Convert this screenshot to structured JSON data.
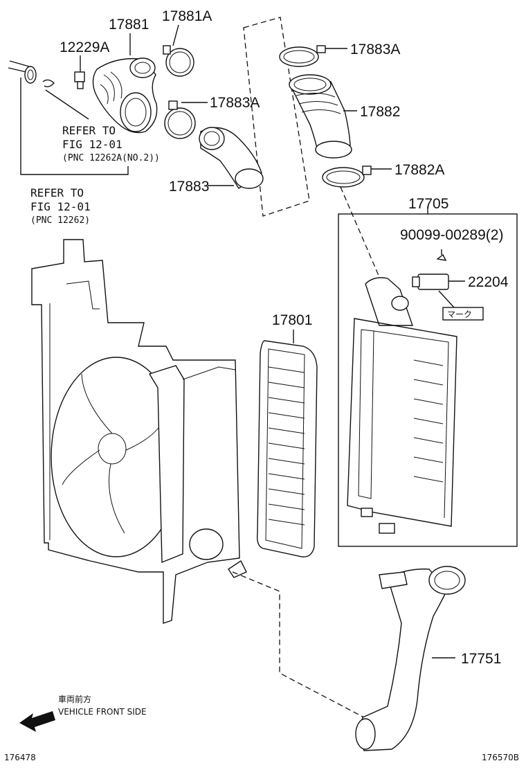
{
  "diagram": {
    "parts": {
      "p17881": "17881",
      "p17881A": "17881A",
      "p12229A": "12229A",
      "p17883A_top": "17883A",
      "p17883A_mid": "17883A",
      "p17882": "17882",
      "p17882A": "17882A",
      "p17883": "17883",
      "p17705": "17705",
      "p90099": "90099-00289(2)",
      "p22204": "22204",
      "p17801": "17801",
      "p17751": "17751"
    },
    "refer1": {
      "line1": "REFER TO",
      "line2": "FIG 12-01",
      "line3": "(PNC 12262A(NO.2))"
    },
    "refer2": {
      "line1": "REFER TO",
      "line2": "FIG 12-01",
      "line3": "(PNC 12262)"
    },
    "mark_label": "マーク",
    "direction": {
      "jp": "車両前方",
      "en": "VEHICLE FRONT SIDE"
    },
    "code_left": "176478",
    "code_right": "176570B"
  }
}
